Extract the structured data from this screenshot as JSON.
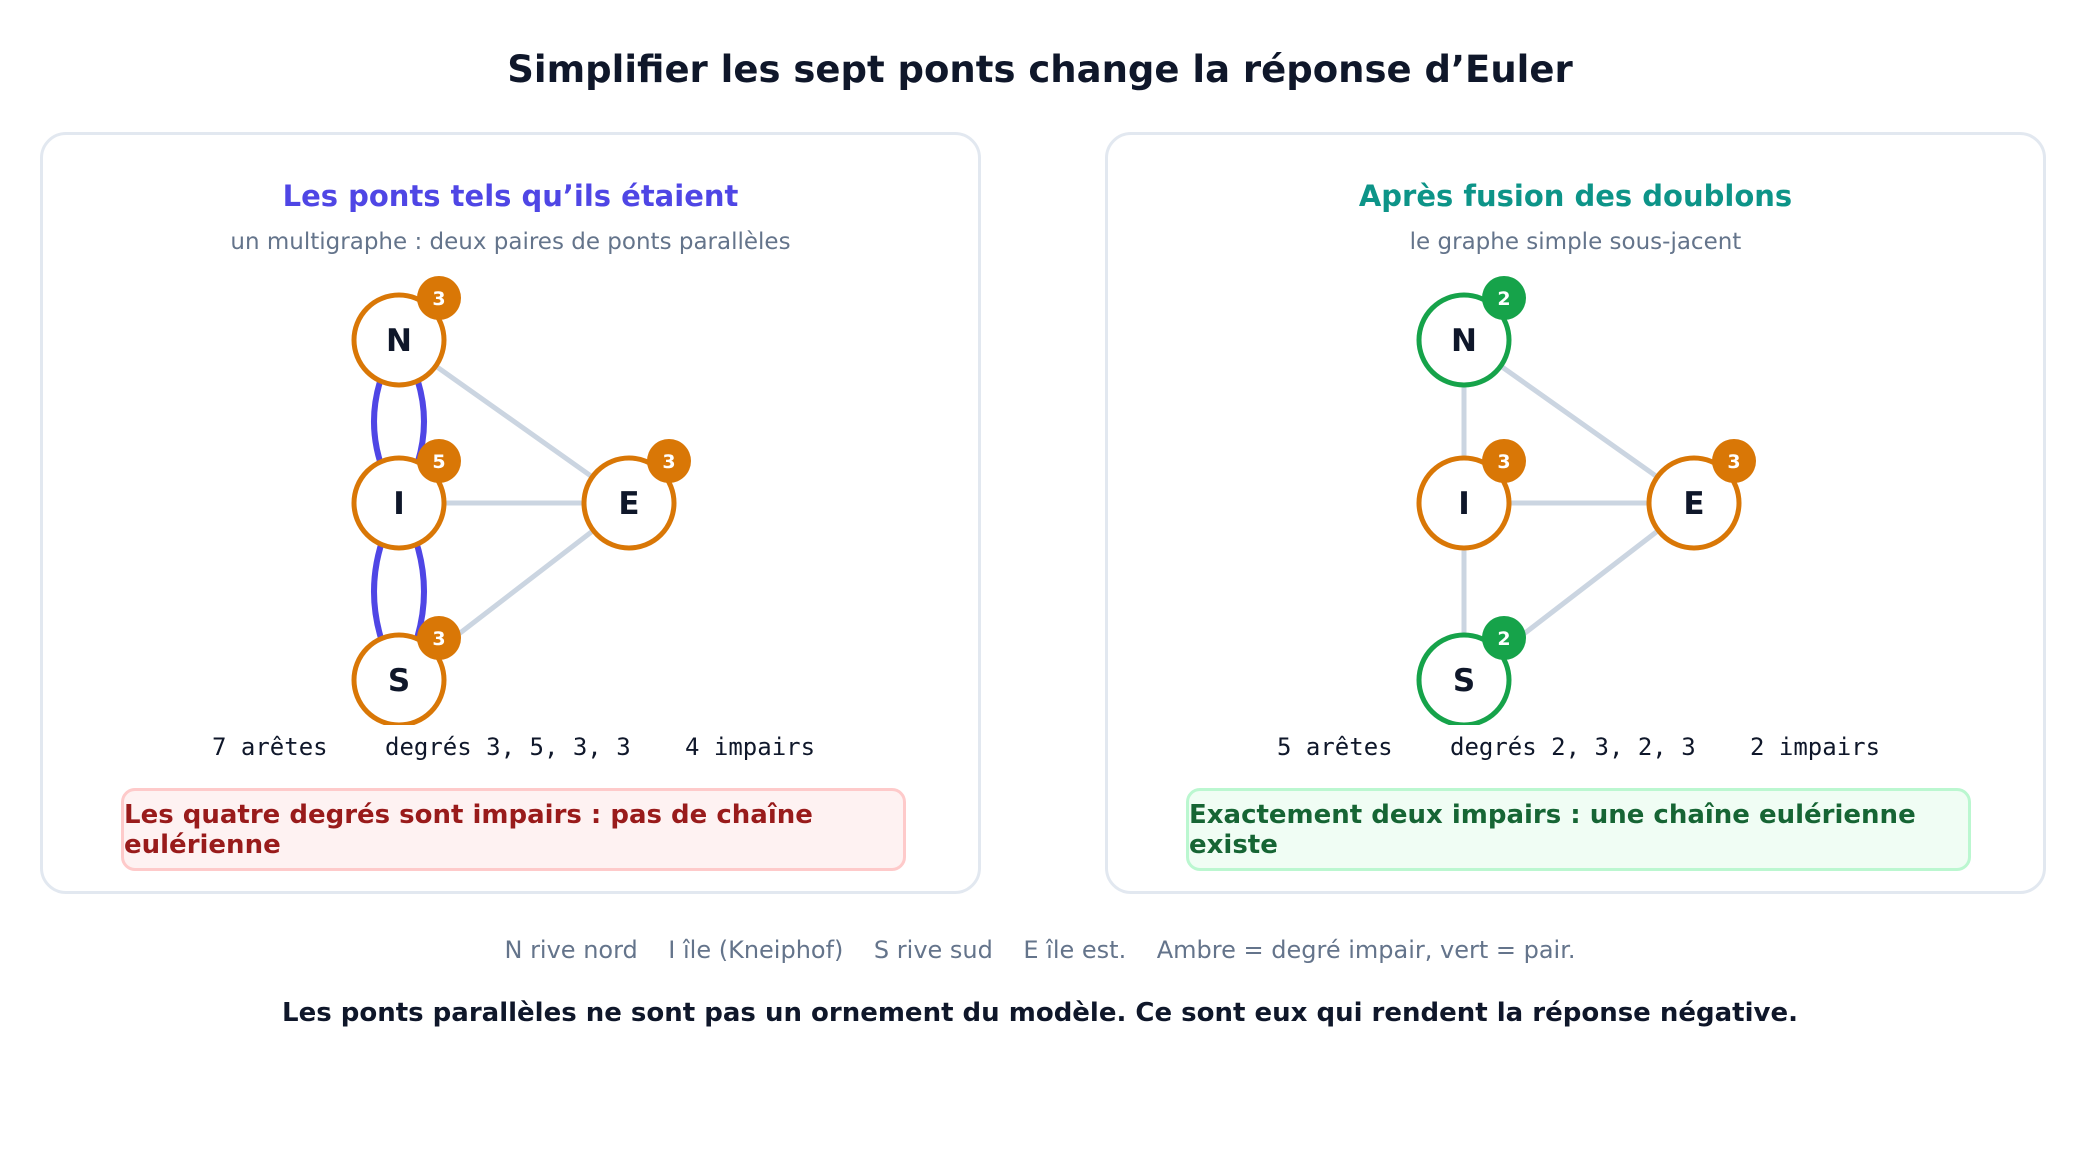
{
  "title": "Simplifier les sept ponts change la réponse d’Euler",
  "colors": {
    "odd": "#d97706",
    "even": "#16a34a",
    "parallel_edge": "#4f46e5",
    "edge": "#cbd5e1",
    "left_title": "#4f46e5",
    "right_title": "#0d9488"
  },
  "panels": [
    {
      "title": "Les ponts tels qu’ils étaient",
      "subtitle": "un multigraphe : deux paires de ponts parallèles",
      "nodes": [
        {
          "id": "N",
          "label": "N",
          "degree": 3,
          "parity": "odd"
        },
        {
          "id": "I",
          "label": "I",
          "degree": 5,
          "parity": "odd"
        },
        {
          "id": "E",
          "label": "E",
          "degree": 3,
          "parity": "odd"
        },
        {
          "id": "S",
          "label": "S",
          "degree": 3,
          "parity": "odd"
        }
      ],
      "edges": [
        {
          "from": "N",
          "to": "I",
          "kind": "parallel",
          "bend": -1
        },
        {
          "from": "N",
          "to": "I",
          "kind": "parallel",
          "bend": 1
        },
        {
          "from": "I",
          "to": "S",
          "kind": "parallel",
          "bend": -1
        },
        {
          "from": "I",
          "to": "S",
          "kind": "parallel",
          "bend": 1
        },
        {
          "from": "N",
          "to": "E",
          "kind": "simple"
        },
        {
          "from": "I",
          "to": "E",
          "kind": "simple"
        },
        {
          "from": "S",
          "to": "E",
          "kind": "simple"
        }
      ],
      "stats": {
        "edges": "7 arêtes",
        "degrees": "degrés 3, 5, 3, 3",
        "odd": "4 impairs"
      },
      "verdict": "Les quatre degrés sont impairs : pas de chaîne eulérienne",
      "verdict_type": "negative"
    },
    {
      "title": "Après fusion des doublons",
      "subtitle": "le graphe simple sous-jacent",
      "nodes": [
        {
          "id": "N",
          "label": "N",
          "degree": 2,
          "parity": "even"
        },
        {
          "id": "I",
          "label": "I",
          "degree": 3,
          "parity": "odd"
        },
        {
          "id": "E",
          "label": "E",
          "degree": 3,
          "parity": "odd"
        },
        {
          "id": "S",
          "label": "S",
          "degree": 2,
          "parity": "even"
        }
      ],
      "edges": [
        {
          "from": "N",
          "to": "I",
          "kind": "simple"
        },
        {
          "from": "I",
          "to": "S",
          "kind": "simple"
        },
        {
          "from": "N",
          "to": "E",
          "kind": "simple"
        },
        {
          "from": "I",
          "to": "E",
          "kind": "simple"
        },
        {
          "from": "S",
          "to": "E",
          "kind": "simple"
        }
      ],
      "stats": {
        "edges": "5 arêtes",
        "degrees": "degrés 2, 3, 2, 3",
        "odd": "2 impairs"
      },
      "verdict": "Exactement deux impairs : une chaîne eulérienne existe",
      "verdict_type": "positive"
    }
  ],
  "legend": "N rive nord    I île (Kneiphof)    S rive sud    E île est.    Ambre = degré impair, vert = pair.",
  "conclusion": "Les ponts parallèles ne sont pas un ornement du modèle. Ce sont eux qui rendent la réponse négative."
}
